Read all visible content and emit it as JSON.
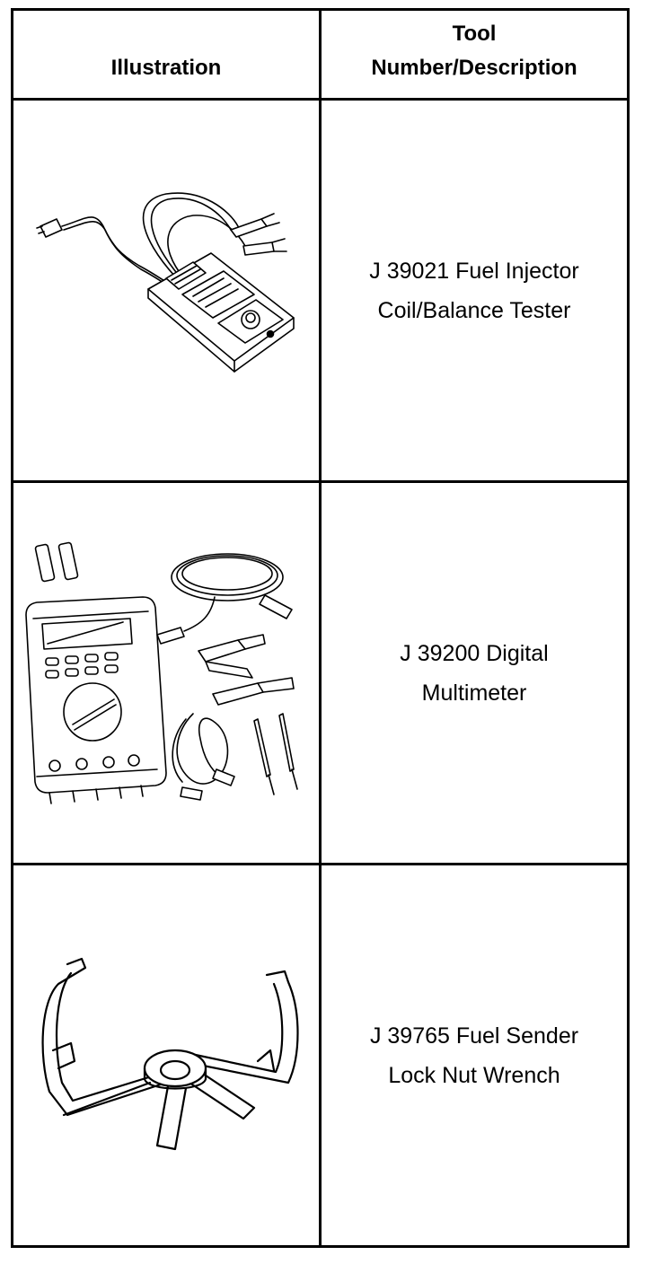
{
  "header": {
    "illustration": "Illustration",
    "tool_line1": "Tool",
    "tool_line2": "Number/Description"
  },
  "rows": [
    {
      "icon": "fuel-injector-tester-illustration",
      "line1": "J 39021 Fuel Injector",
      "line2": "Coil/Balance Tester"
    },
    {
      "icon": "digital-multimeter-illustration",
      "line1": "J 39200 Digital",
      "line2": "Multimeter"
    },
    {
      "icon": "lock-nut-wrench-illustration",
      "line1": "J 39765 Fuel Sender",
      "line2": "Lock Nut Wrench"
    }
  ]
}
